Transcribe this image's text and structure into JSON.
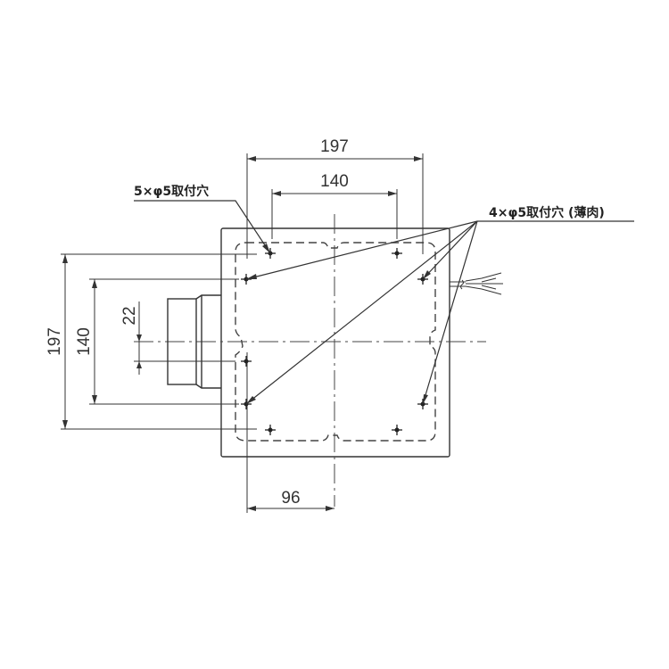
{
  "diagram": {
    "type": "mounting-dimension-drawing",
    "units": "mm",
    "dimensions": {
      "top_outer_width": "197",
      "top_inner_width": "140",
      "left_outer_height": "197",
      "left_inner_height": "140",
      "duct_offset": "22",
      "bottom_offset": "96"
    },
    "labels": {
      "mount_holes_5": "5×φ5取付穴",
      "mount_holes_4": "4×φ5取付穴 (薄肉)"
    },
    "colors": {
      "line": "#333333",
      "background": "#ffffff"
    }
  }
}
